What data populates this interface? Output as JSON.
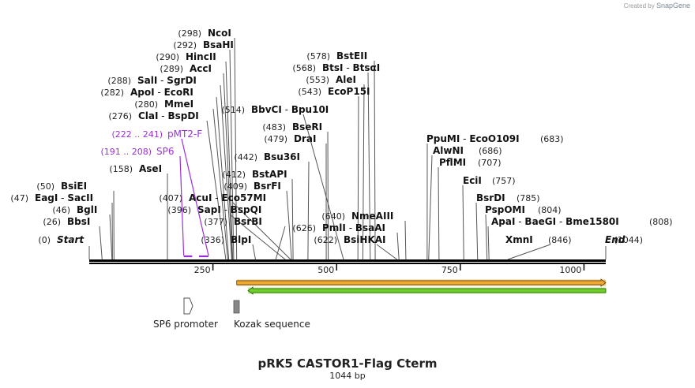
{
  "credit": {
    "prefix": "Created by",
    "brand": "SnapGene"
  },
  "title": "pRK5 CASTOR1-Flag Cterm",
  "subtitle": "1044 bp",
  "sequence_length": 1044,
  "ruler_ticks": [
    "250",
    "500",
    "750",
    "1000"
  ],
  "ends": {
    "start": {
      "label": "Start",
      "pos": "(0)"
    },
    "end": {
      "label": "End",
      "pos": "(1044)"
    }
  },
  "sites": [
    {
      "id": "ncoi",
      "pos": "(298)",
      "text": "NcoI",
      "cut": 298,
      "key": [
        {
          "w": "NcoI",
          "b": true
        }
      ]
    },
    {
      "id": "bsahi",
      "pos": "(292)",
      "text": "BsaHI",
      "cut": 292,
      "key": [
        {
          "w": "BsaHI",
          "b": true
        }
      ]
    },
    {
      "id": "hincii",
      "pos": "(290)",
      "text": "HincII",
      "cut": 290,
      "key": [
        {
          "w": "HincII",
          "b": true
        }
      ]
    },
    {
      "id": "acci",
      "pos": "(289)",
      "text": "AccI",
      "cut": 289,
      "key": [
        {
          "w": "AccI",
          "b": true
        }
      ]
    },
    {
      "id": "sali",
      "pos": "(288)",
      "text": "SalI - SgrDI",
      "cut": 288,
      "key": [
        {
          "w": "SalI",
          "b": true
        },
        {
          "w": "  -  ",
          "b": false
        },
        {
          "w": "SgrDI",
          "b": true
        }
      ]
    },
    {
      "id": "apoi",
      "pos": "(282)",
      "text": "ApoI - EcoRI",
      "cut": 282,
      "key": [
        {
          "w": "ApoI",
          "b": true
        },
        {
          "w": "  -  ",
          "b": false
        },
        {
          "w": "EcoRI",
          "b": true
        }
      ]
    },
    {
      "id": "mmei",
      "pos": "(280)",
      "text": "MmeI",
      "cut": 280,
      "key": [
        {
          "w": "MmeI",
          "b": true
        }
      ]
    },
    {
      "id": "clai",
      "pos": "(276)",
      "text": "ClaI - BspDI",
      "cut": 276,
      "key": [
        {
          "w": "ClaI",
          "b": true
        },
        {
          "w": "  -  ",
          "b": false
        },
        {
          "w": "BspDI",
          "b": true
        }
      ]
    },
    {
      "id": "asei",
      "pos": "(158)",
      "text": "AseI",
      "cut": 158,
      "key": [
        {
          "w": "AseI",
          "b": true
        }
      ]
    },
    {
      "id": "bsiei",
      "pos": "(50)",
      "text": "BsiEI",
      "cut": 50,
      "key": [
        {
          "w": "BsiEI",
          "b": true
        }
      ]
    },
    {
      "id": "eagi",
      "pos": "(47)",
      "text": "EagI - SacII",
      "cut": 47,
      "key": [
        {
          "w": "EagI",
          "b": true
        },
        {
          "w": "  -  ",
          "b": false
        },
        {
          "w": "SacII",
          "b": true
        }
      ]
    },
    {
      "id": "bgli",
      "pos": "(46)",
      "text": "BglI",
      "cut": 46,
      "key": [
        {
          "w": "BglI",
          "b": true
        }
      ]
    },
    {
      "id": "bbsi",
      "pos": "(26)",
      "text": "BbsI",
      "cut": 26,
      "key": [
        {
          "w": "BbsI",
          "b": true
        }
      ]
    },
    {
      "id": "acui",
      "pos": "(407)",
      "text": "AcuI - Eco57MI",
      "cut": 407,
      "key": [
        {
          "w": "AcuI",
          "b": true
        },
        {
          "w": "  -  ",
          "b": false
        },
        {
          "w": "Eco57MI",
          "b": true
        }
      ]
    },
    {
      "id": "sapi",
      "pos": "(396)",
      "text": "SapI - BspQI",
      "cut": 396,
      "key": [
        {
          "w": "SapI",
          "b": true
        },
        {
          "w": "  -  ",
          "b": false
        },
        {
          "w": "BspQI",
          "b": true
        }
      ]
    },
    {
      "id": "bsrbi",
      "pos": "(377)",
      "text": "BsrBI",
      "cut": 377,
      "key": [
        {
          "w": "BsrBI",
          "b": true
        }
      ]
    },
    {
      "id": "blpi",
      "pos": "(336)",
      "text": "BlpI",
      "cut": 336,
      "key": [
        {
          "w": "BlpI",
          "b": true
        }
      ]
    },
    {
      "id": "bbvci",
      "pos": "(514)",
      "text": "BbvCI - Bpu10I",
      "cut": 514,
      "key": [
        {
          "w": "BbvCI",
          "b": true
        },
        {
          "w": "  -  ",
          "b": false
        },
        {
          "w": "Bpu10I",
          "b": true
        }
      ]
    },
    {
      "id": "bsu36i",
      "pos": "(442)",
      "text": "Bsu36I",
      "cut": 442,
      "key": [
        {
          "w": "Bsu36I",
          "b": true
        }
      ]
    },
    {
      "id": "bstapi",
      "pos": "(412)",
      "text": "BstAPI",
      "cut": 412,
      "key": [
        {
          "w": "BstAPI",
          "b": true
        }
      ]
    },
    {
      "id": "bsrfi",
      "pos": "(409)",
      "text": "BsrFI",
      "cut": 409,
      "key": [
        {
          "w": "BsrFI",
          "b": true
        }
      ]
    },
    {
      "id": "bsteii",
      "pos": "(578)",
      "text": "BstEII",
      "cut": 578,
      "key": [
        {
          "w": "BstEII",
          "b": true
        }
      ]
    },
    {
      "id": "btsi",
      "pos": "(568)",
      "text": "BtsI - BtsαI",
      "cut": 568,
      "key": [
        {
          "w": "BtsI",
          "b": true
        },
        {
          "w": "  -  ",
          "b": false
        },
        {
          "w": "BtsαI",
          "b": true
        }
      ]
    },
    {
      "id": "alei",
      "pos": "(553)",
      "text": "AleI",
      "cut": 553,
      "key": [
        {
          "w": "AleI",
          "b": true
        }
      ]
    },
    {
      "id": "ecop15i",
      "pos": "(543)",
      "text": "EcoP15I",
      "cut": 543,
      "key": [
        {
          "w": "EcoP15I",
          "b": true
        }
      ]
    },
    {
      "id": "bseri",
      "pos": "(483)",
      "text": "BseRI",
      "cut": 483,
      "key": [
        {
          "w": "BseRI",
          "b": true
        }
      ]
    },
    {
      "id": "drai",
      "pos": "(479)",
      "text": "DraI",
      "cut": 479,
      "key": [
        {
          "w": "DraI",
          "b": true
        }
      ]
    },
    {
      "id": "nmeaiii",
      "pos": "(640)",
      "text": "NmeAIII",
      "cut": 640,
      "key": [
        {
          "w": "NmeAIII",
          "b": true
        }
      ]
    },
    {
      "id": "pmli",
      "pos": "(626)",
      "text": "PmlI - BsaAI",
      "cut": 626,
      "key": [
        {
          "w": "PmlI",
          "b": true
        },
        {
          "w": "  -  ",
          "b": false
        },
        {
          "w": "BsaAI",
          "b": true
        }
      ]
    },
    {
      "id": "bsihkai",
      "pos": "(622)",
      "text": "BsiHKAI",
      "cut": 622,
      "key": [
        {
          "w": "BsiHKAI",
          "b": true
        }
      ]
    },
    {
      "id": "ppumi",
      "pos": "(683)",
      "text": "PpuMI - EcoO109I",
      "cut": 683,
      "key": [
        {
          "w": "PpuMI",
          "b": true
        },
        {
          "w": "  -  ",
          "b": false
        },
        {
          "w": "EcoO109I",
          "b": true
        }
      ]
    },
    {
      "id": "alwni",
      "pos": "(686)",
      "text": "AlwNI",
      "cut": 686,
      "key": [
        {
          "w": "AlwNI",
          "b": true
        }
      ]
    },
    {
      "id": "pflmi",
      "pos": "(707)",
      "text": "PflMI",
      "cut": 707,
      "key": [
        {
          "w": "PflMI",
          "b": true
        }
      ]
    },
    {
      "id": "ecii",
      "pos": "(757)",
      "text": "EciI",
      "cut": 757,
      "key": [
        {
          "w": "EciI",
          "b": true
        }
      ]
    },
    {
      "id": "bsrdi",
      "pos": "(785)",
      "text": "BsrDI",
      "cut": 785,
      "key": [
        {
          "w": "BsrDI",
          "b": true
        }
      ]
    },
    {
      "id": "pspomi",
      "pos": "(804)",
      "text": "PspOMI",
      "cut": 804,
      "key": [
        {
          "w": "PspOMI",
          "b": true
        }
      ]
    },
    {
      "id": "apai",
      "pos": "(808)",
      "text": "ApaI - BaeGI - Bme1580I",
      "cut": 808,
      "key": [
        {
          "w": "ApaI",
          "b": true
        },
        {
          "w": "  -  ",
          "b": false
        },
        {
          "w": "BaeGI",
          "b": true
        },
        {
          "w": "  -  ",
          "b": false
        },
        {
          "w": "Bme1580I",
          "b": true
        }
      ]
    },
    {
      "id": "xmni",
      "pos": "(846)",
      "text": "XmnI",
      "cut": 846,
      "key": [
        {
          "w": "XmnI",
          "b": true
        }
      ]
    }
  ],
  "primers": [
    {
      "id": "pmt2f",
      "pos": "(222 .. 241)",
      "name": "pMT2-F",
      "start": 222,
      "end": 241
    },
    {
      "id": "sp6",
      "pos": "(191 .. 208)",
      "name": "SP6",
      "start": 191,
      "end": 208
    }
  ],
  "features": [
    {
      "id": "castor1",
      "kind": "cds-forward",
      "start": 298,
      "end": 1044,
      "color": "#f0a830",
      "edge": "#e6c080"
    },
    {
      "id": "flag",
      "kind": "cds-reverse",
      "start": 321,
      "end": 1044,
      "color": "#6fcf2a",
      "edge": "#bde89a"
    },
    {
      "id": "sp6-promoter",
      "kind": "promoter",
      "label": "SP6 promoter",
      "start": 191,
      "end": 208
    },
    {
      "id": "kozak",
      "kind": "regulatory",
      "label": "Kozak sequence",
      "start": 288,
      "end": 297
    }
  ],
  "colors": {
    "primer": "#9b30d9",
    "line": "#555555",
    "backbone": "#000000",
    "kozak": "#888888"
  }
}
